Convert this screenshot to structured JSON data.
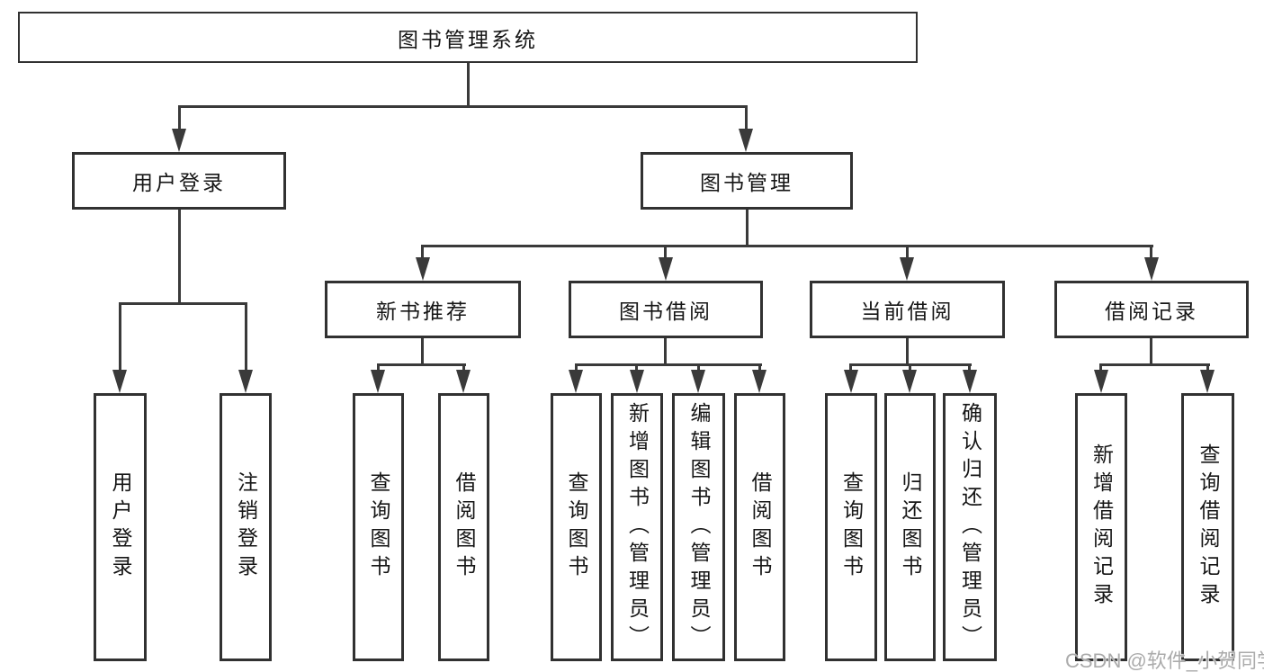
{
  "diagram": {
    "root": {
      "label": "图书管理系统"
    },
    "branches": [
      {
        "label": "用户登录",
        "children": [
          {
            "label": "用户登录"
          },
          {
            "label": "注销登录"
          }
        ]
      },
      {
        "label": "图书管理",
        "children": [
          {
            "label": "新书推荐",
            "children": [
              {
                "label": "查询图书"
              },
              {
                "label": "借阅图书"
              }
            ]
          },
          {
            "label": "图书借阅",
            "children": [
              {
                "label": "查询图书"
              },
              {
                "label": "新增图书（管理员）"
              },
              {
                "label": "编辑图书（管理员）"
              },
              {
                "label": "借阅图书"
              }
            ]
          },
          {
            "label": "当前借阅",
            "children": [
              {
                "label": "查询图书"
              },
              {
                "label": "归还图书"
              },
              {
                "label": "确认归还（管理员）"
              }
            ]
          },
          {
            "label": "借阅记录",
            "children": [
              {
                "label": "新增借阅记录"
              },
              {
                "label": "查询借阅记录"
              }
            ]
          }
        ]
      }
    ]
  },
  "watermark": {
    "text": "CSDN @软件_小贺同学"
  },
  "colors": {
    "line": "#3a3a3a",
    "box_border": "#313131",
    "text": "#161616",
    "background": "#ffffff",
    "watermark": "#ababab"
  }
}
